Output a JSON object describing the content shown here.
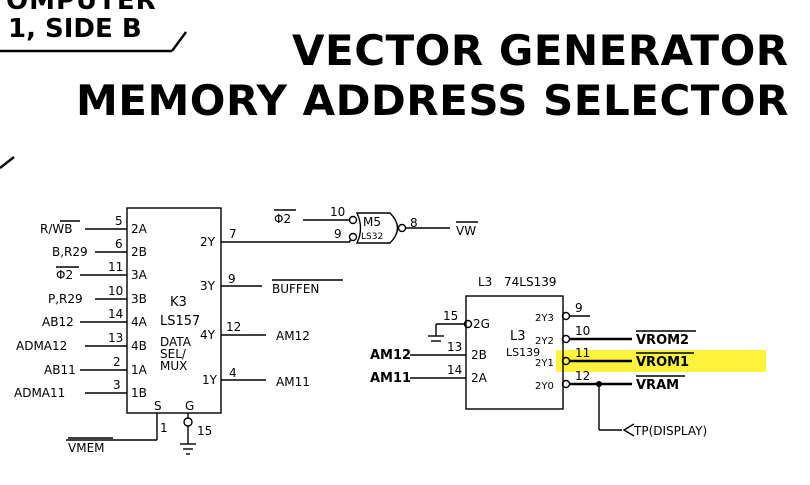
{
  "header": {
    "partial_top": "OMPUTER",
    "partial_side": "1, SIDE B",
    "title_line1": "VECTOR GENERATOR",
    "title_line2": "MEMORY ADDRESS SELECTOR"
  },
  "k3": {
    "name": "K3",
    "part": "LS157",
    "function_lines": [
      "DATA",
      "SEL/",
      "MUX"
    ],
    "inputs": [
      {
        "signal": "R/WB",
        "pin": "5",
        "port": "2A"
      },
      {
        "signal": "B,R29",
        "pin": "6",
        "port": "2B"
      },
      {
        "signal": "Φ2",
        "pin": "11",
        "port": "3A"
      },
      {
        "signal": "P,R29",
        "pin": "10",
        "port": "3B"
      },
      {
        "signal": "AB12",
        "pin": "14",
        "port": "4A"
      },
      {
        "signal": "ADMA12",
        "pin": "13",
        "port": "4B"
      },
      {
        "signal": "AB11",
        "pin": "2",
        "port": "1A"
      },
      {
        "signal": "ADMA11",
        "pin": "3",
        "port": "1B"
      }
    ],
    "outputs": [
      {
        "port": "2Y",
        "pin": "7",
        "signal": ""
      },
      {
        "port": "3Y",
        "pin": "9",
        "signal": "BUFFEN"
      },
      {
        "port": "4Y",
        "pin": "12",
        "signal": "AM12"
      },
      {
        "port": "1Y",
        "pin": "4",
        "signal": "AM11"
      }
    ],
    "select": {
      "label": "S",
      "pin": "1",
      "signal": "VMEM"
    },
    "gate": {
      "label": "G",
      "pin": "15"
    }
  },
  "m5": {
    "name": "M5",
    "part": "LS32",
    "input_a": {
      "signal": "Φ2",
      "pin": "10"
    },
    "input_b": {
      "pin": "9"
    },
    "output": {
      "pin": "8",
      "signal": "VW"
    }
  },
  "l3": {
    "header_name": "L3",
    "header_part": "74LS139",
    "name": "L3",
    "part": "LS139",
    "enable": {
      "port": "2G",
      "pin": "15"
    },
    "inputs": [
      {
        "signal": "AM12",
        "pin": "13",
        "port": "2B"
      },
      {
        "signal": "AM11",
        "pin": "14",
        "port": "2A"
      }
    ],
    "outputs": [
      {
        "port": "2Y3",
        "pin": "9",
        "signal": ""
      },
      {
        "port": "2Y2",
        "pin": "10",
        "signal": "VROM2"
      },
      {
        "port": "2Y1",
        "pin": "11",
        "signal": "VROM1",
        "highlighted": true
      },
      {
        "port": "2Y0",
        "pin": "12",
        "signal": "VRAM"
      }
    ],
    "testpoint": "TP(DISPLAY)"
  },
  "colors": {
    "highlight": "#fdf33c",
    "ink": "#000000",
    "paper": "#ffffff"
  }
}
